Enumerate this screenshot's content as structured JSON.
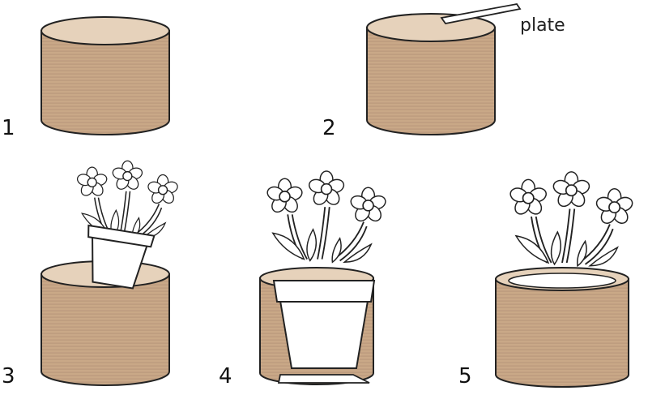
{
  "steps": [
    {
      "number": "1"
    },
    {
      "number": "2",
      "callout": "plate"
    },
    {
      "number": "3"
    },
    {
      "number": "4"
    },
    {
      "number": "5"
    }
  ],
  "colors": {
    "cardboard": "#c9a887",
    "cardboard_stripe": "#b8967a",
    "cardboard_top": "#e6d2bb",
    "outline": "#222222",
    "pot": "#ffffff",
    "petal": "#ffffff"
  },
  "icons": {
    "tube": "cardboard-tube-icon",
    "plate": "plate-icon",
    "pot": "flower-pot-icon",
    "flower": "daisy-flower-icon"
  }
}
